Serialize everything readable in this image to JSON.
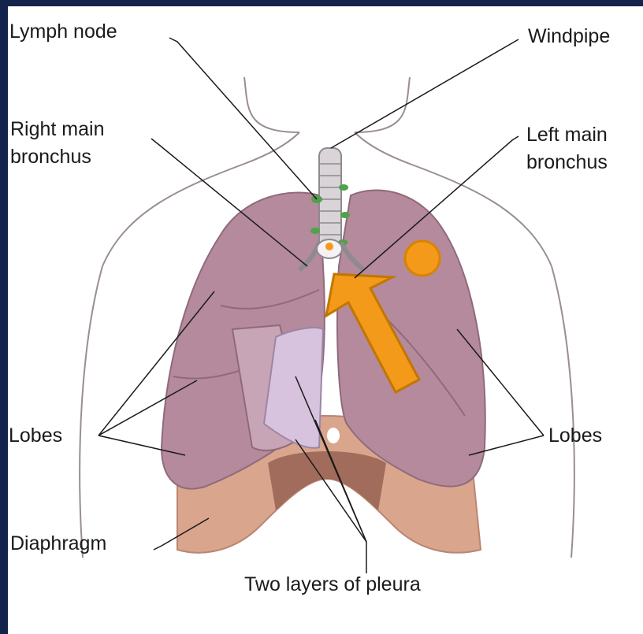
{
  "labels": {
    "lymph_node": "Lymph node",
    "windpipe": "Windpipe",
    "right_main_bronchus_line1": "Right main",
    "right_main_bronchus_line2": "bronchus",
    "left_main_bronchus_line1": "Left main",
    "left_main_bronchus_line2": "bronchus",
    "lobes_left": "Lobes",
    "lobes_right": "Lobes",
    "diaphragm": "Diaphragm",
    "pleura": "Two layers of pleura"
  },
  "colors": {
    "frame": "#14234c",
    "lung": "#b48a9c",
    "diaphragm": "#d9a58c",
    "arrow": "#f39a1a",
    "marker": "#f39a1a",
    "lymph_node": "#4fa24a"
  },
  "annotations": {
    "arrow": "orange-arrow-pointing-to-left-main-bronchus",
    "marker": "orange-circle-marker-on-left-lung"
  }
}
